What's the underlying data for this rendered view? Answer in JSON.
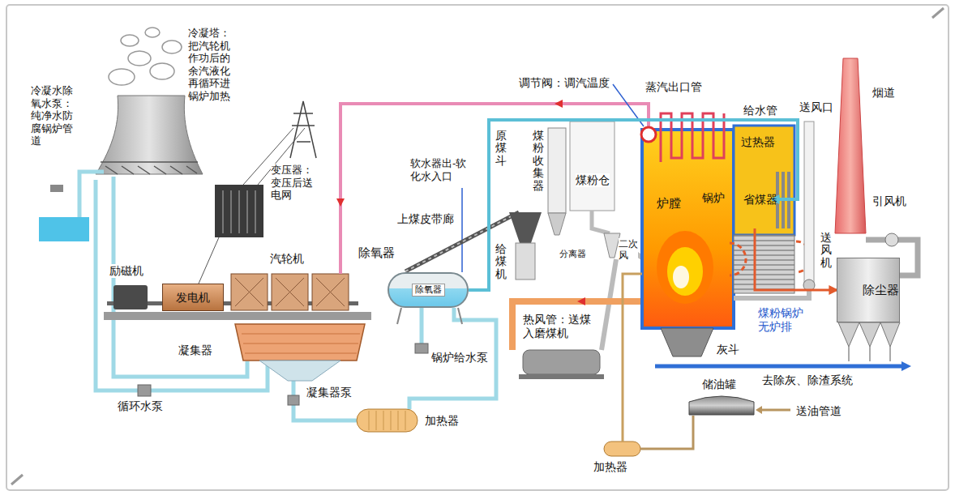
{
  "diagram": {
    "nodes": [
      {
        "text": [
          "发电机"
        ]
      },
      {
        "text": [
          "除氧器",
          "除氧器"
        ]
      },
      {
        "text": [
          "炉膛"
        ]
      },
      {
        "text": [
          "省煤器"
        ]
      },
      {
        "text": [
          "除尘器"
        ]
      }
    ],
    "edges": [
      {
        "from": 1,
        "to": 3,
        "arrow": "to",
        "label": "给水管"
      },
      {
        "from": 3,
        "to": 4,
        "arrow": "to"
      }
    ],
    "labels": [
      "冷凝水除氧水泵：纯净水防腐锅炉管道",
      "冷凝塔：把汽轮机作功后的余汽液化再循环进锅炉加热",
      "变压器：变压后送电网",
      "励磁机",
      "汽轮机",
      "凝集器",
      "循环水泵",
      "凝集器泵",
      "加热器",
      "软水器出-软化水入口",
      "上煤皮带廊",
      "锅炉给水泵",
      "原煤斗",
      "给煤机",
      "煤粉收集器",
      "煤粉仓",
      "分离器",
      "二次风",
      "热风管：送煤入磨煤机",
      "调节阀：调汽温度",
      "蒸汽出口管",
      "过热器",
      "锅炉",
      "送风口",
      "烟道",
      "引风机",
      "送风机",
      "煤粉锅炉无炉排",
      "灰斗",
      "去除灰、除渣系统",
      "储油罐",
      "加热器",
      "送油管道"
    ]
  }
}
